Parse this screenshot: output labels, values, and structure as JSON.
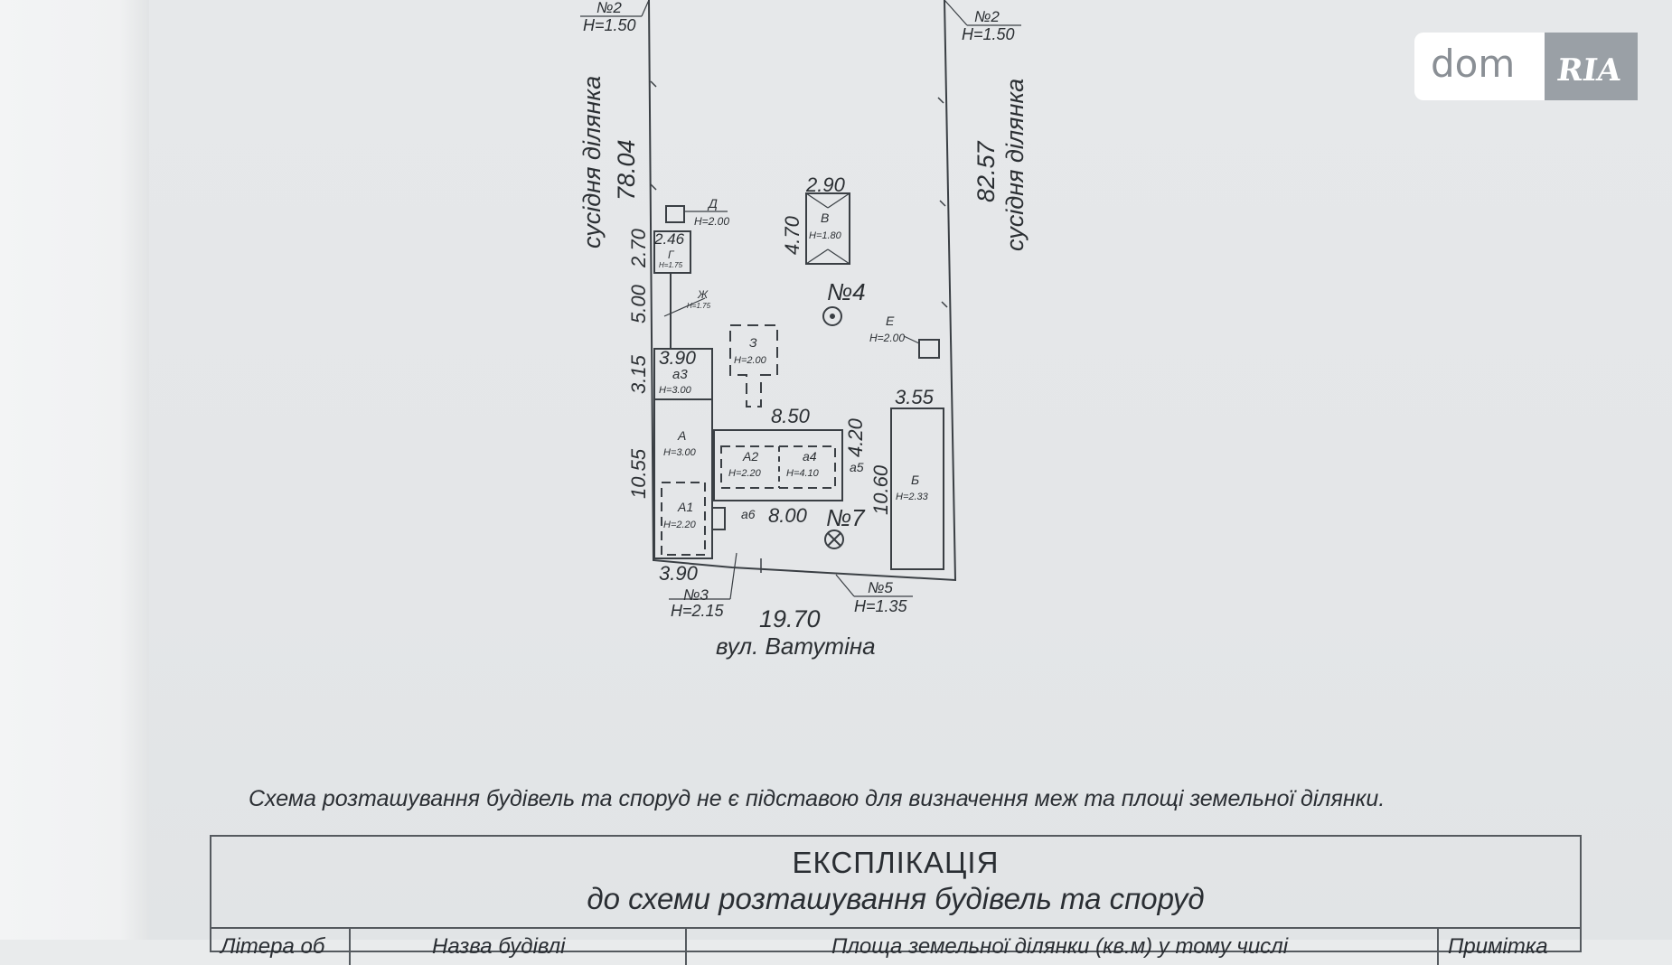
{
  "plan": {
    "neighbor_left": "сусідня ділянка",
    "neighbor_right": "сусідня ділянка",
    "street": "вул. Ватутіна",
    "dims": {
      "left_side": "78.04",
      "right_side": "82.57",
      "v_width": "2.90",
      "v_height": "4.70",
      "g_width": "2.46",
      "g_height": "2.70",
      "zh_len": "5.00",
      "a3_width": "3.90",
      "a3_height": "3.15",
      "a2_top": "8.50",
      "a2_side": "4.20",
      "a6_len": "8.00",
      "a_height": "10.55",
      "bottom_a": "3.90",
      "frontage": "19.70",
      "b_width": "3.55",
      "b_height": "10.60"
    },
    "points": [
      {
        "no": "№2",
        "h": "H=1.50"
      },
      {
        "no": "№2",
        "h": "H=1.50"
      },
      {
        "no": "№3",
        "h": "H=2.15"
      },
      {
        "no": "№5",
        "h": "H=1.35"
      }
    ],
    "markers": [
      "№4",
      "№7"
    ],
    "buildings": {
      "D": {
        "label": "Д",
        "h": "H=2.00"
      },
      "V": {
        "label": "В",
        "h": "H=1.80"
      },
      "G": {
        "label": "Г",
        "h": "H=1.75"
      },
      "ZH": {
        "label": "Ж",
        "h": "H=1.75"
      },
      "Z": {
        "label": "З",
        "h": "H=2.00"
      },
      "E": {
        "label": "Е",
        "h": "H=2.00"
      },
      "a3": {
        "label": "а3",
        "h": "H=3.00"
      },
      "A": {
        "label": "А",
        "h": "H=3.00"
      },
      "A1": {
        "label": "А1",
        "h": "H=2.20"
      },
      "A2": {
        "label": "А2",
        "h": "H=2.20"
      },
      "a4": {
        "label": "а4",
        "h": "H=4.10"
      },
      "a5": {
        "label": "а5"
      },
      "a6": {
        "label": "а6"
      },
      "B": {
        "label": "Б",
        "h": "H=2.33"
      }
    }
  },
  "disclaimer": "Схема розташування будівель та споруд не є підставою для визначення меж та площі  земельної ділянки.",
  "explication": {
    "title": "ЕКСПЛІКАЦІЯ",
    "subtitle": "до схеми розташування будівель та споруд",
    "columns": [
      "Літера об",
      "Назва будівлі",
      "Площа земельної ділянки (кв.м) у тому числі",
      "Примітка"
    ]
  },
  "watermark": {
    "left": "dom",
    "right": "RIA"
  }
}
